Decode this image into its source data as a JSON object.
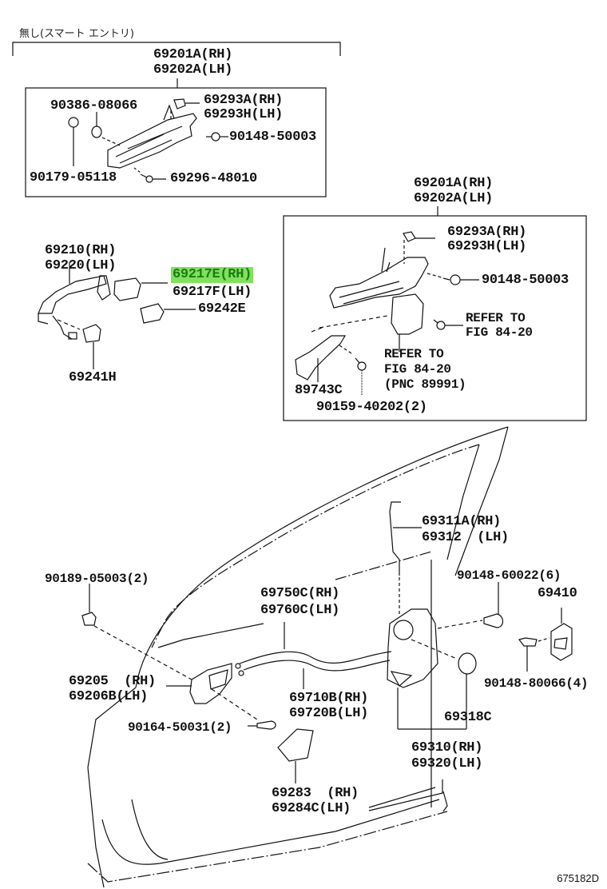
{
  "caption": "無し(スマート エントリ)",
  "figure_number": "675182D",
  "highlight_color": "#7ee25a",
  "groups": {
    "upper_left_assembly": {
      "title": [
        "69201A(RH)",
        "69202A(LH)"
      ],
      "parts": {
        "p90386": "90386-08066",
        "p69293a": "69293A(RH)",
        "p69293h": "69293H(LH)",
        "p90148": "90148-50003",
        "p90179": "90179-05118",
        "p69296": "69296-48010"
      }
    },
    "right_assembly": {
      "title": [
        "69201A(RH)",
        "69202A(LH)"
      ],
      "parts": {
        "p69293a": "69293A(RH)",
        "p69293h": "69293H(LH)",
        "p90148": "90148-50003",
        "refer1": [
          "REFER TO",
          "FIG 84-20"
        ],
        "refer2": [
          "REFER TO",
          "FIG 84-20",
          "(PNC 89991)"
        ],
        "p89743": "89743C",
        "p90159": "90159-40202(2)"
      }
    },
    "outside_handle": {
      "p69210": "69210(RH)",
      "p69220": "69220(LH)",
      "p69217e": "69217E(RH)",
      "p69217f": "69217F(LH)",
      "p69242": "69242E",
      "p69241": "69241H"
    },
    "door": {
      "p69311": "69311A(RH)",
      "p69312": "69312  (LH)",
      "p90189": "90189-05003(2)",
      "p69750": "69750C(RH)",
      "p69760": "69760C(LH)",
      "p90148_6": "90148-60022(6)",
      "p69410": "69410",
      "p69205": "69205  (RH)",
      "p69206": "69206B(LH)",
      "p69710": "69710B(RH)",
      "p69720": "69720B(LH)",
      "p90148_4": "90148-80066(4)",
      "p90164": "90164-50031(2)",
      "p69318": "69318C",
      "p69310": "69310(RH)",
      "p69320": "69320(LH)",
      "p69283": "69283  (RH)",
      "p69284": "69284C(LH)"
    }
  }
}
